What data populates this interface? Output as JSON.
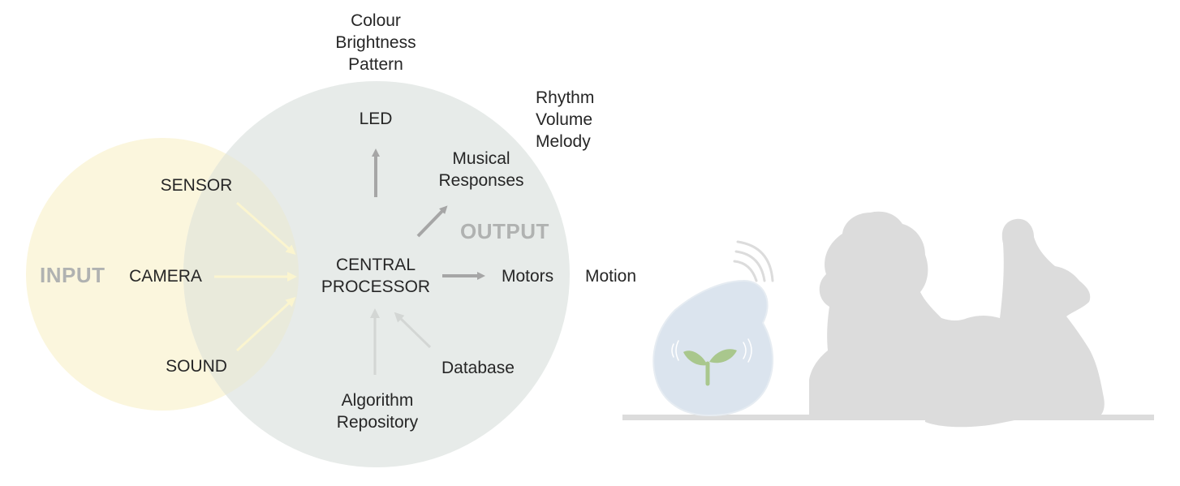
{
  "colors": {
    "input_circle": "#fbf6dd",
    "output_circle": "#e7ebe9",
    "overlap": "#e9eadb",
    "arrow_grey": "#a6a6a6",
    "arrow_yellow": "#fbf5cf",
    "arrow_pale": "#d3d6d4",
    "section_label": "#b0b2b1",
    "silhouette": "#dcdcdc",
    "device_body": "#dbe4ee",
    "sprout": "#a9c78d"
  },
  "diagram": {
    "input_label": "INPUT",
    "output_label": "OUTPUT",
    "inputs": {
      "sensor": "SENSOR",
      "camera": "CAMERA",
      "sound": "SOUND"
    },
    "central": [
      "CENTRAL",
      "PROCESSOR"
    ],
    "outputs": {
      "led": "LED",
      "musical": [
        "Musical",
        "Responses"
      ],
      "motors": "Motors"
    },
    "sources": {
      "algorithm": [
        "Algorithm",
        "Repository"
      ],
      "database": "Database"
    },
    "attributes": {
      "led": [
        "Colour",
        "Brightness",
        "Pattern"
      ],
      "musical": [
        "Rhythm",
        "Volume",
        "Melody"
      ],
      "motors": "Motion"
    }
  },
  "illustration": {
    "icons": [
      "wifi-waves-icon",
      "sprout-icon",
      "person-lying-silhouette-icon"
    ]
  }
}
